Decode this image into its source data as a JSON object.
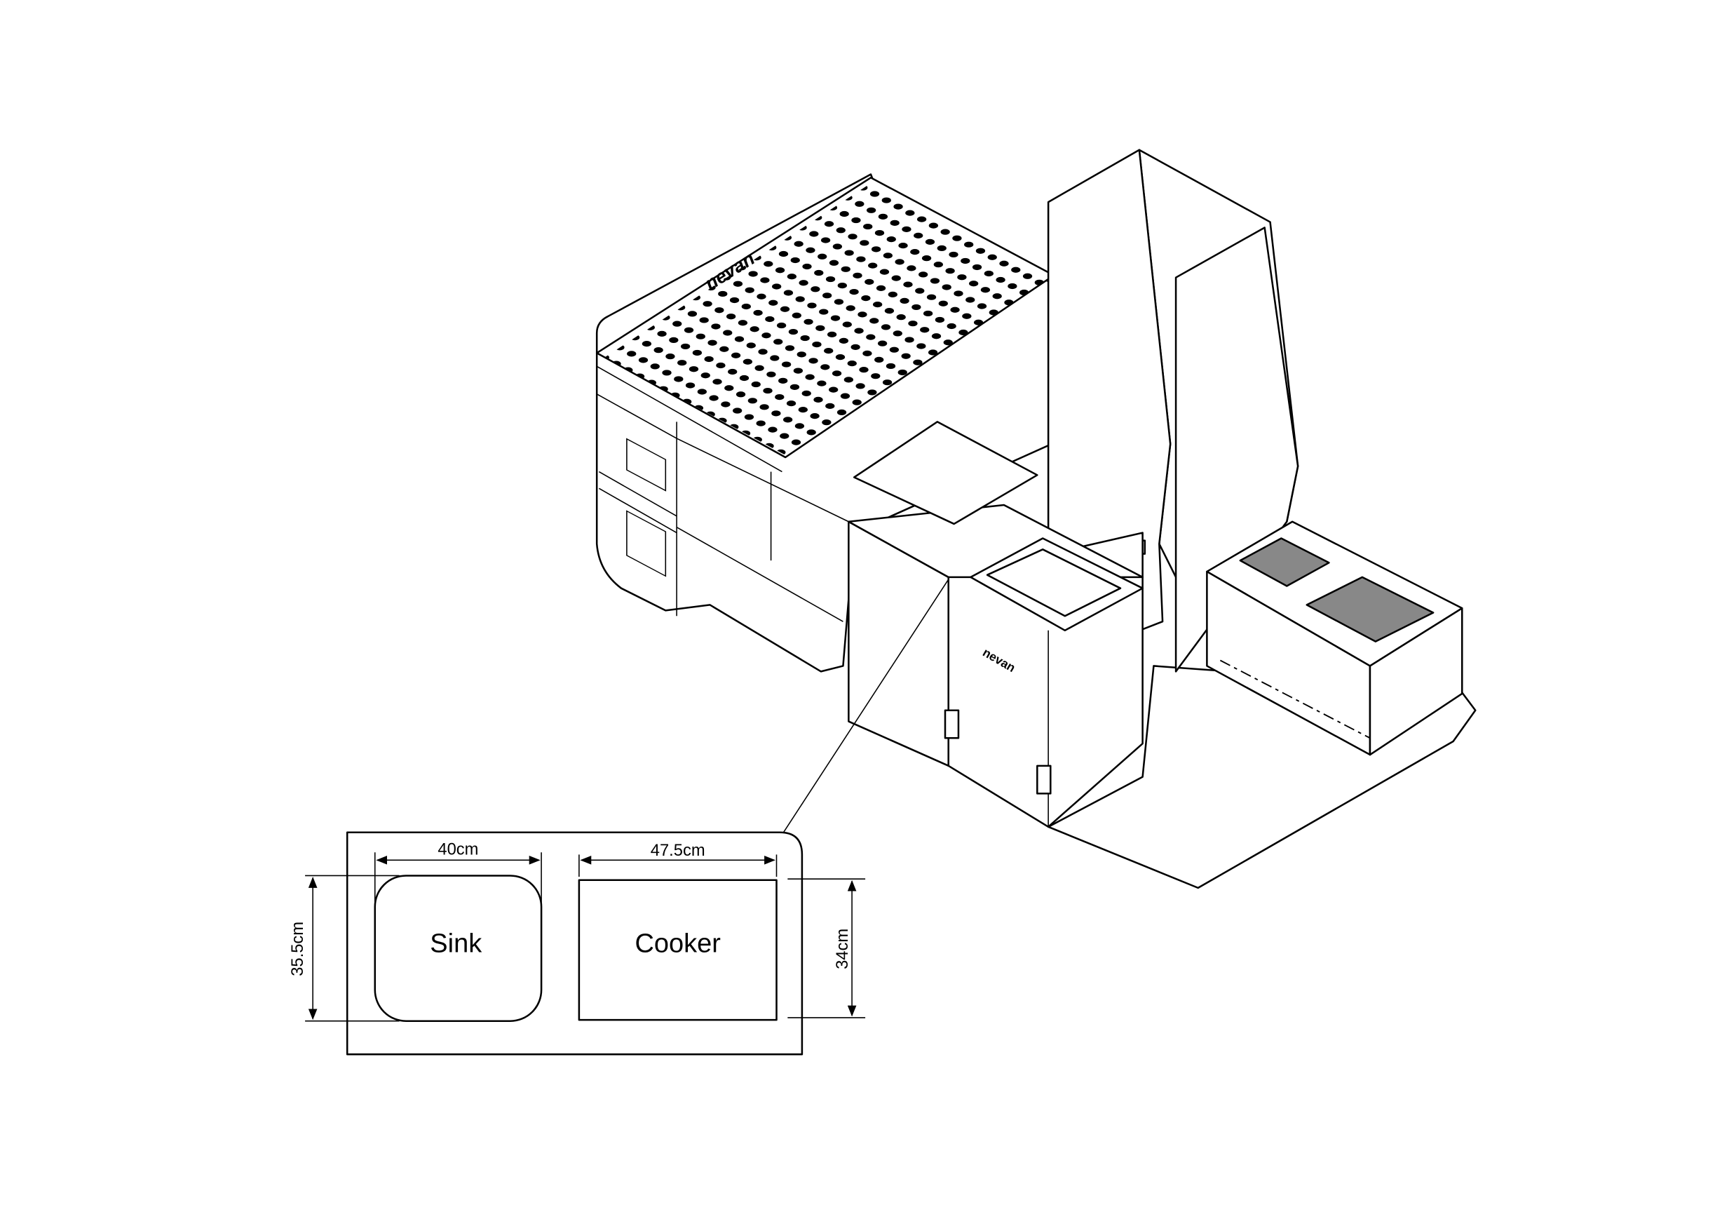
{
  "brand_logo": "nevan",
  "detail": {
    "sink_label": "Sink",
    "cooker_label": "Cooker",
    "sink_width": "40cm",
    "sink_depth": "35.5cm",
    "cooker_width": "47.5cm",
    "cooker_depth": "34cm"
  }
}
